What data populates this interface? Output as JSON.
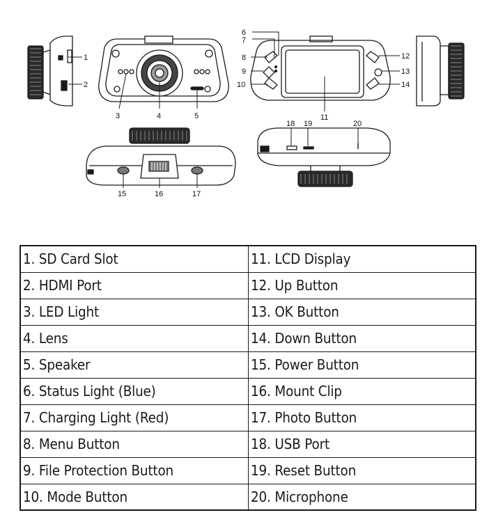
{
  "callouts": {
    "c1": "1",
    "c2": "2",
    "c3": "3",
    "c4": "4",
    "c5": "5",
    "c6": "6",
    "c7": "7",
    "c8": "8",
    "c9": "9",
    "c10": "10",
    "c11": "11",
    "c12": "12",
    "c13": "13",
    "c14": "14",
    "c15": "15",
    "c16": "16",
    "c17": "17",
    "c18": "18",
    "c19": "19",
    "c20": "20"
  },
  "parts": [
    [
      "1. SD Card Slot",
      "11. LCD Display"
    ],
    [
      "2. HDMI Port",
      "12. Up Button"
    ],
    [
      "3. LED Light",
      "13. OK Button"
    ],
    [
      "4. Lens",
      "14. Down Button"
    ],
    [
      "5. Speaker",
      "15. Power Button"
    ],
    [
      "6. Status Light (Blue)",
      "16. Mount Clip"
    ],
    [
      "7. Charging Light (Red)",
      "17. Photo Button"
    ],
    [
      "8. Menu Button",
      "18. USB Port"
    ],
    [
      "9. File Protection Button",
      "19. Reset Button"
    ],
    [
      "10. Mode Button",
      "20. Microphone"
    ]
  ]
}
